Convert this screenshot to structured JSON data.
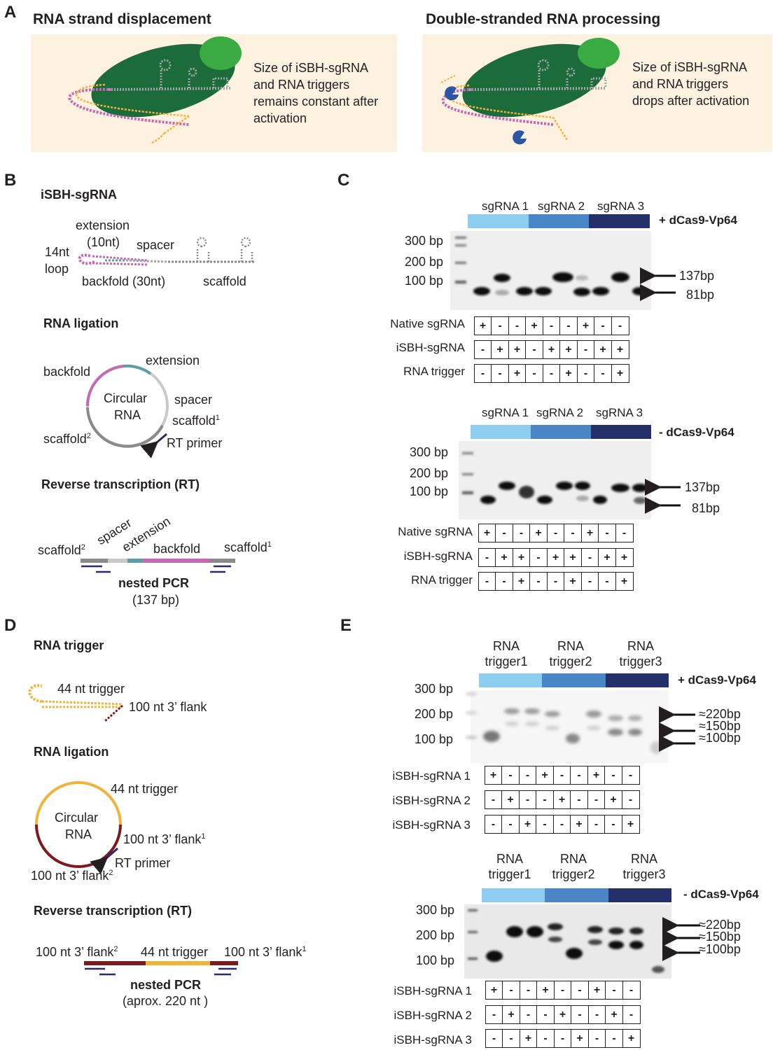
{
  "panelA": {
    "label": "A",
    "left": {
      "title": "RNA strand displacement",
      "text": [
        "Size of iSBH-sgRNA",
        "and RNA triggers",
        "remains constant after",
        "activation"
      ]
    },
    "right": {
      "title": "Double-stranded RNA processing",
      "text": [
        "Size of iSBH-sgRNA",
        "and RNA triggers",
        "drops after activation"
      ]
    }
  },
  "panelB": {
    "label": "B",
    "heading1": "iSBH-sgRNA",
    "extension": "extension",
    "extension10": "(10nt)",
    "spacer": "spacer",
    "loop14": "14nt",
    "loop": "loop",
    "backfold30": "backfold (30nt)",
    "scaffold": "scaffold",
    "heading2": "RNA ligation",
    "backfold": "backfold",
    "circular1": "Circular",
    "circular2": "RNA",
    "scaffold1": "scaffold",
    "sup1": "1",
    "scaffold2": "scaffold",
    "sup2": "2",
    "rtprimer": "RT primer",
    "heading3": "Reverse transcription (RT)",
    "nested": "nested PCR",
    "size": "(137 bp)"
  },
  "panelC": {
    "label": "C",
    "groups": [
      "sgRNA 1",
      "sgRNA 2",
      "sgRNA 3"
    ],
    "top_cond": "+ dCas9-Vp64",
    "bottom_cond": "- dCas9-Vp64",
    "ladder": [
      "300 bp",
      "200 bp",
      "100 bp"
    ],
    "bands": [
      "137bp",
      "81bp"
    ],
    "rows": [
      {
        "label": "Native sgRNA",
        "values": [
          "+",
          "-",
          "-",
          "+",
          "-",
          "-",
          "+",
          "-",
          "-"
        ]
      },
      {
        "label": "iSBH-sgRNA",
        "values": [
          "-",
          "+",
          "+",
          "-",
          "+",
          "+",
          "-",
          "+",
          "+"
        ]
      },
      {
        "label": "RNA trigger",
        "values": [
          "-",
          "-",
          "+",
          "-",
          "-",
          "+",
          "-",
          "-",
          "+"
        ]
      }
    ]
  },
  "panelD": {
    "label": "D",
    "heading1": "RNA trigger",
    "trigger44": "44 nt trigger",
    "flank100": "100 nt 3’ flank",
    "heading2": "RNA ligation",
    "circular1": "Circular",
    "circular2": "RNA",
    "flank1": "100 nt 3’ flank",
    "sup1": "1",
    "flank2": "100 nt 3’ flank",
    "sup2": "2",
    "rtprimer": "RT primer",
    "heading3": "Reverse transcription (RT)",
    "nested": "nested PCR",
    "size": "(aprox. 220 nt )"
  },
  "panelE": {
    "label": "E",
    "groups": [
      [
        "RNA",
        "trigger1"
      ],
      [
        "RNA",
        "trigger2"
      ],
      [
        "RNA",
        "trigger3"
      ]
    ],
    "top_cond": "+ dCas9-Vp64",
    "bottom_cond": "- dCas9-Vp64",
    "ladder": [
      "300 bp",
      "200 bp",
      "100 bp"
    ],
    "bands": [
      "≈220bp",
      "≈150bp",
      "≈100bp"
    ],
    "rows": [
      {
        "label": "iSBH-sgRNA  1",
        "values": [
          "+",
          "-",
          "-",
          "+",
          "-",
          "-",
          "+",
          "-",
          "-"
        ]
      },
      {
        "label": "iSBH-sgRNA  2",
        "values": [
          "-",
          "+",
          "-",
          "-",
          "+",
          "-",
          "-",
          "+",
          "-"
        ]
      },
      {
        "label": "iSBH-sgRNA  3",
        "values": [
          "-",
          "-",
          "+",
          "-",
          "-",
          "+",
          "-",
          "-",
          "+"
        ]
      }
    ]
  },
  "colors": {
    "light_blue": "#8dcdf0",
    "mid_blue": "#4a85c8",
    "dark_blue": "#25306b",
    "dcas9_green": "#1c6b3a",
    "vp64_green": "#3aaa43",
    "backfold_pink": "#c569b6",
    "extension_teal": "#5c9ea6",
    "trigger_orange": "#f2b33a",
    "flank_darkred": "#7c1a1f",
    "primer_navy": "#2b2a6e",
    "highlight_bg": "#fdf1e0"
  }
}
